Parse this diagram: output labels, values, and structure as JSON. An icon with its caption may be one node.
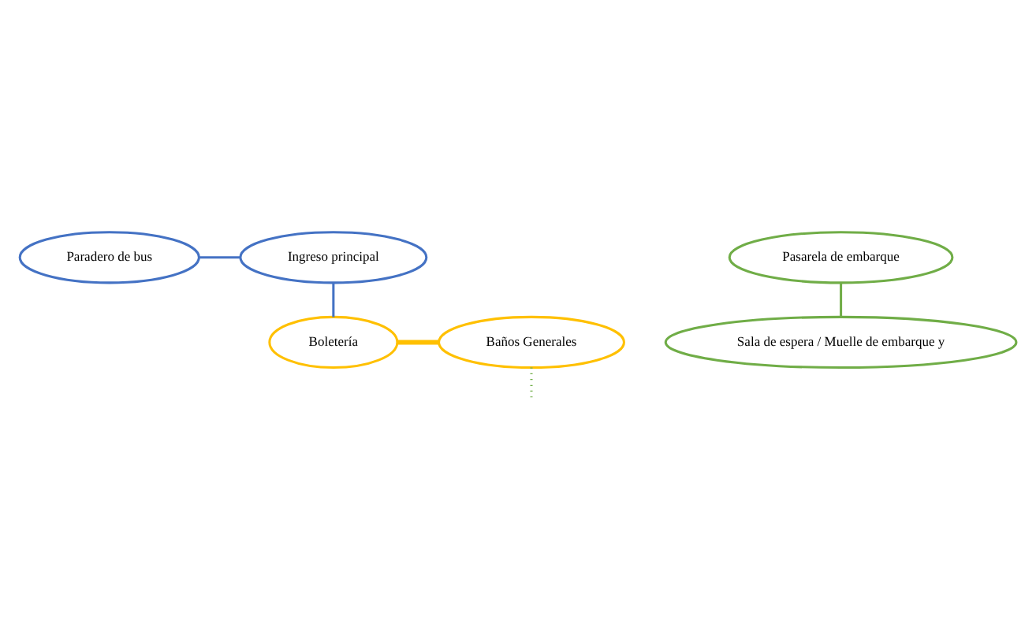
{
  "diagram": {
    "nodes": [
      {
        "text": [
          "Paradero de bus"
        ]
      },
      {
        "text": [
          "Ingreso principal"
        ]
      },
      {
        "text": [
          "Boletería"
        ]
      },
      {
        "text": [
          "Baños Generales"
        ]
      },
      {
        "text": [
          "Pasarela de embarque"
        ]
      },
      {
        "text": [
          "Sala de espera / Muelle de embarque y"
        ]
      }
    ],
    "edges": [
      {
        "from": 0,
        "to": 1,
        "arrow": "none",
        "color": "#4472c4"
      },
      {
        "from": 1,
        "to": 2,
        "arrow": "none",
        "color": "#4472c4"
      },
      {
        "from": 2,
        "to": 3,
        "arrow": "none",
        "style": "thick",
        "color": "#ffc000"
      },
      {
        "from": 3,
        "to": null,
        "arrow": "none",
        "style": "dashed",
        "color": "#70ad47"
      },
      {
        "from": 4,
        "to": 5,
        "arrow": "none",
        "color": "#70ad47"
      }
    ]
  }
}
